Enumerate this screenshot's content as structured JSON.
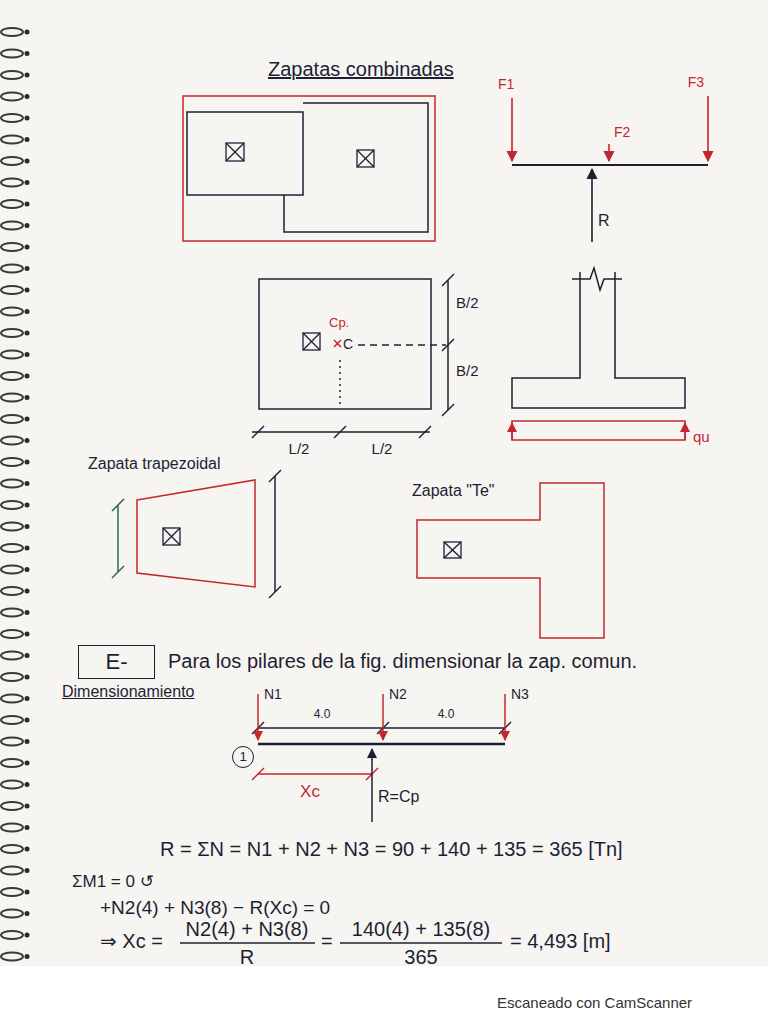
{
  "diagram": {
    "title": "Zapatas combinadas",
    "nodes": [
      {
        "text": [
          "E-"
        ]
      },
      {
        "text": [
          "1"
        ]
      }
    ],
    "labels": [
      "F1",
      "F2",
      "F3",
      "R",
      "Cp.",
      "C",
      "B/2",
      "B/2",
      "L/2",
      "L/2",
      "qu",
      "Zapata trapezoidal",
      "Zapata \"Te\"",
      "Para los pilares de la fig. dimensionar la zap. comun.",
      "Dimensionamiento",
      "N1",
      "4.0",
      "N2",
      "4.0",
      "N3",
      "Xc",
      "R=Cp",
      "R = ΣN = N1 + N2 + N3 = 90 + 140 + 135 = 365 [Tn]",
      "ΣM1 = 0 ↺",
      "+N2(4) + N3(8) − R(Xc) = 0",
      "⇒ Xc =",
      "N2(4) + N3(8)",
      "R",
      "=",
      "140(4) + 135(8)",
      "365",
      "= 4,493 [m]",
      "Escaneado con CamScanner"
    ]
  }
}
